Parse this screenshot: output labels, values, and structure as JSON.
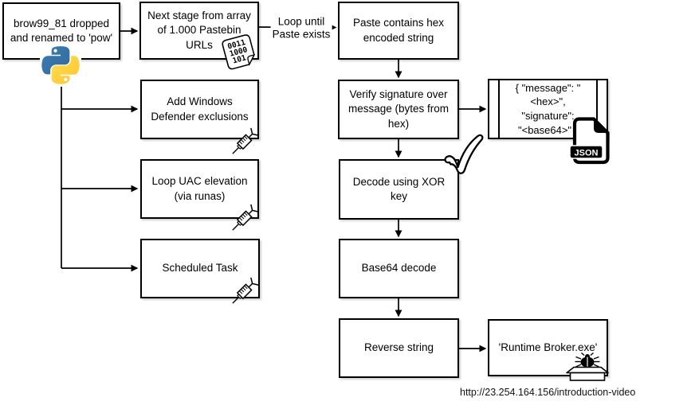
{
  "diagram": {
    "nodes": {
      "dropper": [
        "brow99_81 dropped",
        "and renamed to 'pow'"
      ],
      "next_stage": [
        "Next stage from array",
        "of 1.000 Pastebin",
        "URLs"
      ],
      "defender": [
        "Add Windows",
        "Defender exclusions"
      ],
      "uac_loop": [
        "Loop UAC elevation",
        "(via runas)"
      ],
      "scheduled_task": "Scheduled Task",
      "paste_hex": [
        "Paste contains hex",
        "encoded string"
      ],
      "verify_sig": [
        "Verify signature over",
        "message (bytes from",
        "hex)"
      ],
      "xor_decode": [
        "Decode using XOR",
        "key"
      ],
      "base64_decode": "Base64 decode",
      "reverse_string": "Reverse string",
      "json_payload": [
        "{ \"message\": \"",
        "<hex>\", \"signature\":",
        "\"<base64>\" }"
      ],
      "runtime_broker": "'Runtime Broker.exe'"
    },
    "edge_labels": {
      "loop_until": [
        "Loop until",
        "Paste exists"
      ]
    },
    "caption": "http://23.254.164.156/introduction-video",
    "icons": {
      "python": "python-logo",
      "binary_file_lines": [
        "0011",
        "1000",
        "101"
      ],
      "json_badge": "JSON",
      "syringe": "injection-syringe",
      "check": "verified-checkmark",
      "bug": "malware-bug-in-box"
    },
    "colors": {
      "stroke": "#000000",
      "background": "#FFFFFF",
      "python_blue_1": "#387EB8",
      "python_blue_2": "#366994",
      "python_yellow_1": "#FFE052",
      "python_yellow_2": "#FFC331"
    }
  }
}
